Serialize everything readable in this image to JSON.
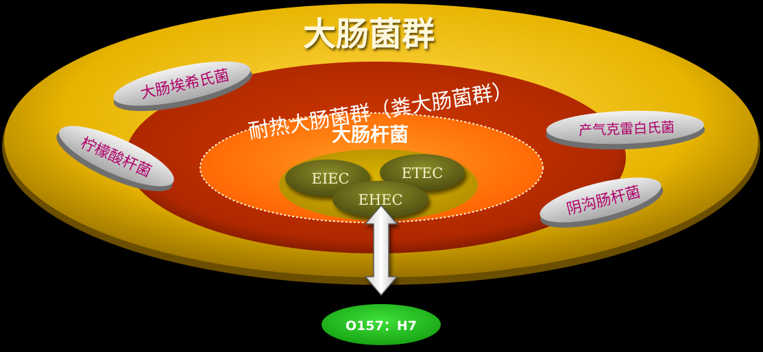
{
  "outer": {
    "label": "大肠菌群"
  },
  "middle": {
    "label": "耐热大肠菌群（粪大肠菌群）"
  },
  "inner": {
    "label": "大肠杆菌"
  },
  "pathotypes": [
    {
      "label": "EIEC"
    },
    {
      "label": "ETEC"
    },
    {
      "label": "EHEC"
    }
  ],
  "side_species": [
    {
      "label": "大肠埃希氏菌"
    },
    {
      "label": "柠檬酸杆菌"
    },
    {
      "label": "产气克雷白氏菌"
    },
    {
      "label": "阴沟肠杆菌"
    }
  ],
  "serotype": {
    "label": "O157：H7"
  },
  "colors": {
    "background": "#000000",
    "outer_fill": "#e8b400",
    "middle_fill": "#b52a00",
    "inner_fill": "#ff6a00",
    "core_fill": "#c9a000",
    "pathotype_fill": "#6b6a1a",
    "pill_fill": "#d9d9d9",
    "pill_text": "#b0006a",
    "serotype_fill": "#21c41c",
    "label_light": "#fff6d0"
  }
}
